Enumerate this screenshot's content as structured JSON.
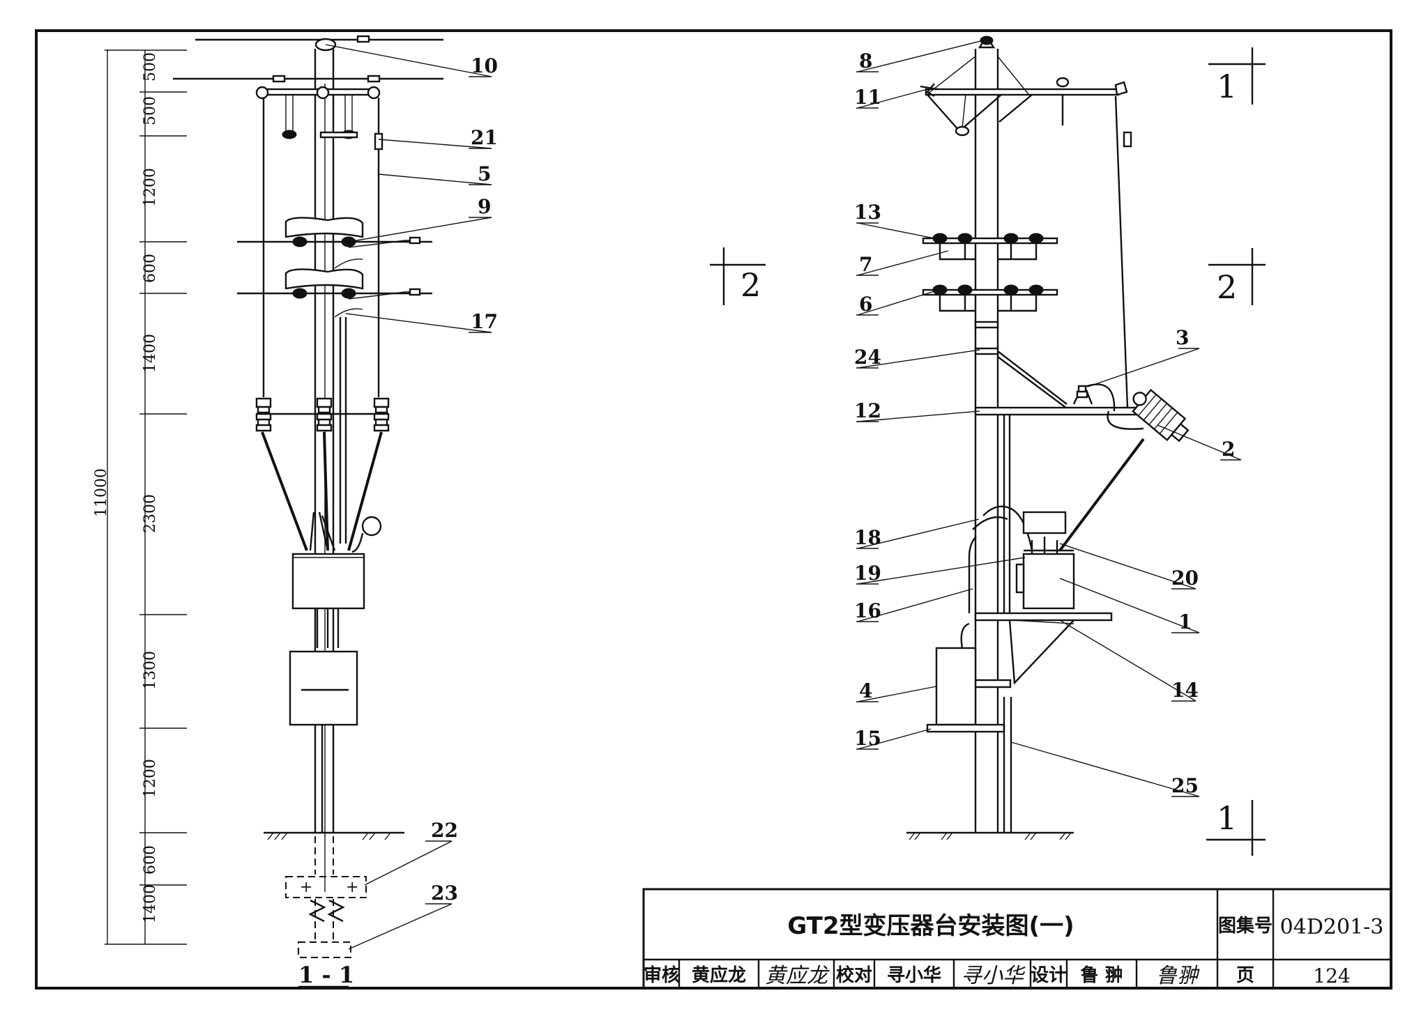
{
  "section_view": {
    "label": "1 - 1",
    "dimensions": [
      "500",
      "500",
      "1200",
      "600",
      "1400",
      "2300",
      "1300",
      "1200",
      "600",
      "1400"
    ],
    "total_height": "11000",
    "callouts": [
      "10",
      "21",
      "5",
      "9",
      "17",
      "22",
      "23"
    ]
  },
  "elevation_view": {
    "callouts": [
      "8",
      "11",
      "13",
      "7",
      "6",
      "24",
      "12",
      "18",
      "19",
      "16",
      "4",
      "15",
      "3",
      "2",
      "20",
      "1",
      "14",
      "25"
    ],
    "section_marks": [
      "1",
      "2",
      "2",
      "1"
    ]
  },
  "title_block": {
    "title": "GT2型变压器台安装图(一)",
    "atlas_label": "图集号",
    "atlas_number": "04D201-3",
    "page_label": "页",
    "page_number": "124",
    "review_label": "审核",
    "reviewer": "黄应龙",
    "check_label": "校对",
    "checker": "寻小华",
    "design_label": "设计",
    "designer": "鲁 翀",
    "signatures": [
      "黄应龙",
      "寻小华",
      "鲁翀"
    ]
  }
}
